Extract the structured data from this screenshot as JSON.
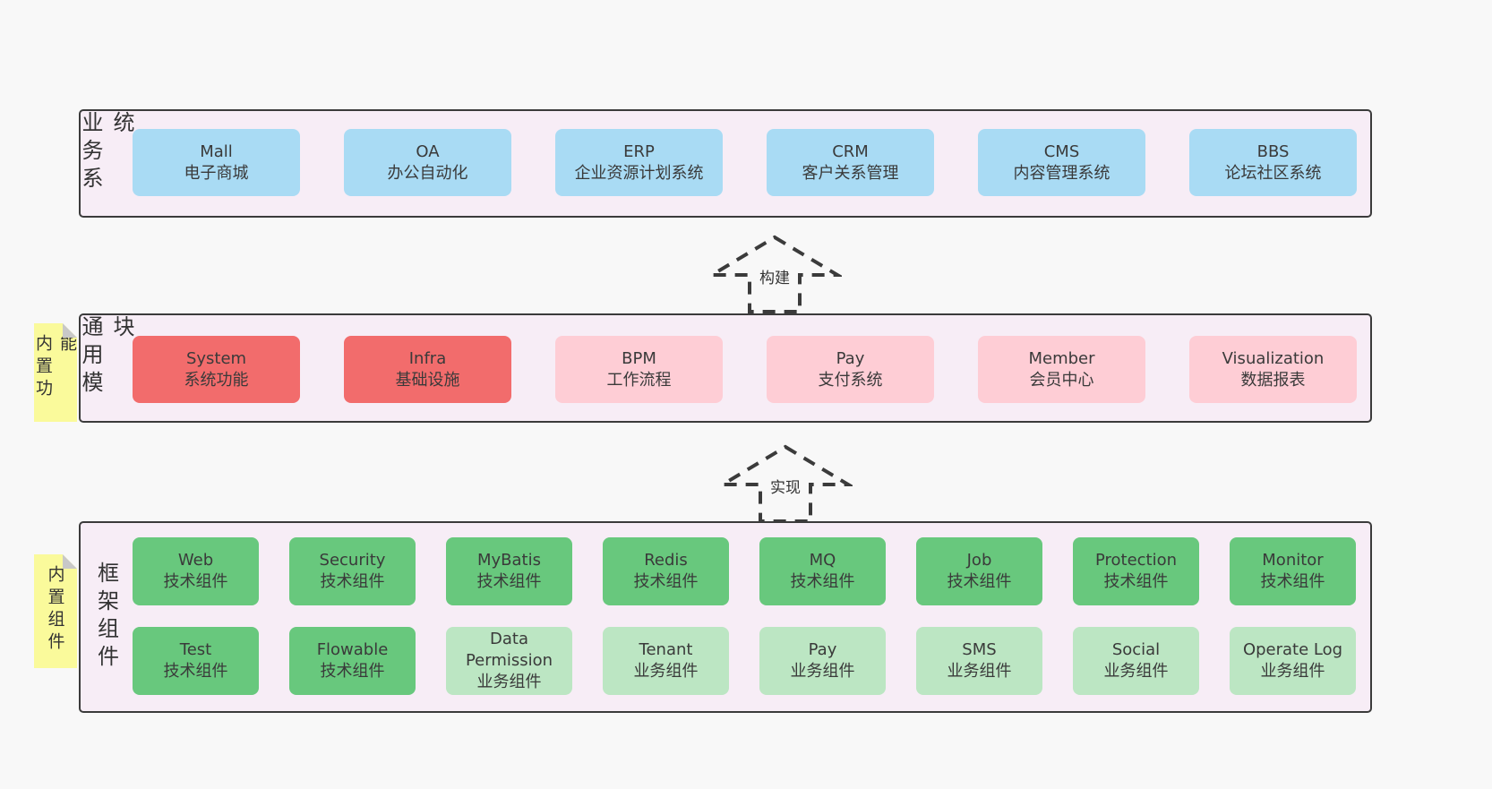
{
  "sections": [
    {
      "label": "业务系统",
      "boxes": [
        {
          "title": "Mall",
          "subtitle": "电子商城"
        },
        {
          "title": "OA",
          "subtitle": "办公自动化"
        },
        {
          "title": "ERP",
          "subtitle": "企业资源计划系统"
        },
        {
          "title": "CRM",
          "subtitle": "客户关系管理"
        },
        {
          "title": "CMS",
          "subtitle": "内容管理系统"
        },
        {
          "title": "BBS",
          "subtitle": "论坛社区系统"
        }
      ]
    },
    {
      "label": "通用模块",
      "sticky": "内置功能",
      "boxes": [
        {
          "title": "System",
          "subtitle": "系统功能"
        },
        {
          "title": "Infra",
          "subtitle": "基础设施"
        },
        {
          "title": "BPM",
          "subtitle": "工作流程"
        },
        {
          "title": "Pay",
          "subtitle": "支付系统"
        },
        {
          "title": "Member",
          "subtitle": "会员中心"
        },
        {
          "title": "Visualization",
          "subtitle": "数据报表"
        }
      ]
    },
    {
      "label": "框架组件",
      "sticky": "内置组件",
      "rows": [
        [
          {
            "title": "Web",
            "subtitle": "技术组件"
          },
          {
            "title": "Security",
            "subtitle": "技术组件"
          },
          {
            "title": "MyBatis",
            "subtitle": "技术组件"
          },
          {
            "title": "Redis",
            "subtitle": "技术组件"
          },
          {
            "title": "MQ",
            "subtitle": "技术组件"
          },
          {
            "title": "Job",
            "subtitle": "技术组件"
          },
          {
            "title": "Protection",
            "subtitle": "技术组件"
          },
          {
            "title": "Monitor",
            "subtitle": "技术组件"
          }
        ],
        [
          {
            "title": "Test",
            "subtitle": "技术组件"
          },
          {
            "title": "Flowable",
            "subtitle": "技术组件"
          },
          {
            "title": "Data Permission",
            "subtitle": "业务组件"
          },
          {
            "title": "Tenant",
            "subtitle": "业务组件"
          },
          {
            "title": "Pay",
            "subtitle": "业务组件"
          },
          {
            "title": "SMS",
            "subtitle": "业务组件"
          },
          {
            "title": "Social",
            "subtitle": "业务组件"
          },
          {
            "title": "Operate Log",
            "subtitle": "业务组件"
          }
        ]
      ]
    }
  ],
  "arrows": [
    {
      "label": "构建"
    },
    {
      "label": "实现"
    }
  ],
  "colors": {
    "page_bg": "#f8f8f8",
    "panel_bg": "#f7edf6",
    "panel_border": "#3b3b3b",
    "blue_box": "#a9dbf4",
    "red_box": "#f26c6c",
    "pink_box": "#fecdd5",
    "green_box": "#68c87d",
    "light_green_box": "#bce6c3",
    "sticky_note": "#fafa9b",
    "sticky_fold": "#c8c8c8",
    "text": "#3f3f3f"
  }
}
